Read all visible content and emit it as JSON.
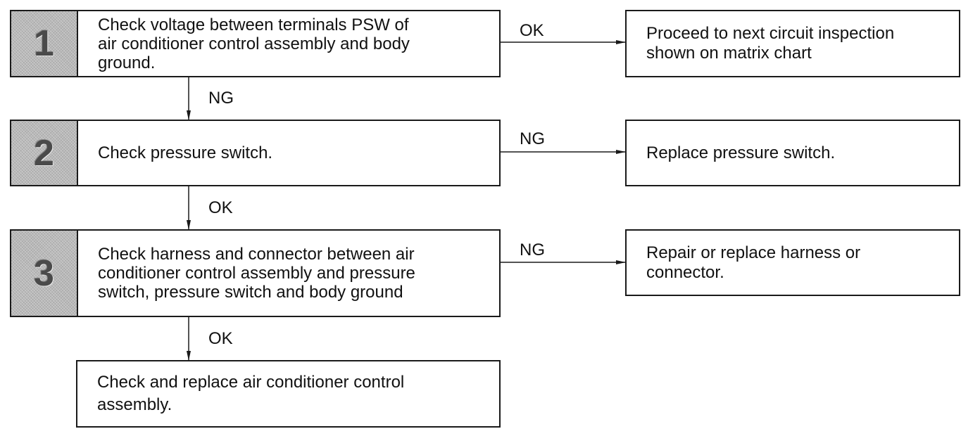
{
  "steps": [
    {
      "number": "1",
      "text": "Check voltage between terminals PSW of\nair conditioner control assembly and body\nground."
    },
    {
      "number": "2",
      "text": "Check pressure switch."
    },
    {
      "number": "3",
      "text": "Check harness and connector between air\nconditioner control assembly and pressure\nswitch, pressure switch and body ground"
    }
  ],
  "results": [
    "Proceed to next circuit inspection\nshown on matrix chart",
    "Replace pressure switch.",
    "Repair or replace harness or\nconnector."
  ],
  "final": "Check and replace air conditioner control\nassembly.",
  "branch_labels": {
    "step1_right": "OK",
    "step1_down": "NG",
    "step2_right": "NG",
    "step2_down": "OK",
    "step3_right": "NG",
    "step3_down": "OK"
  }
}
